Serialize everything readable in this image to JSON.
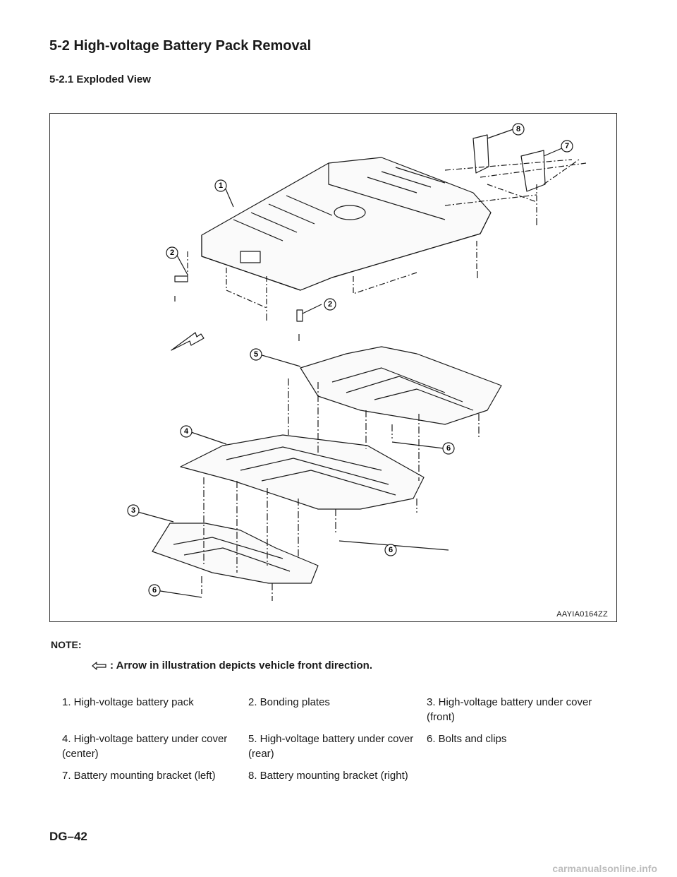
{
  "section": {
    "title": "5-2  High-voltage Battery Pack Removal",
    "subtitle": "5-2.1  Exploded View"
  },
  "figure": {
    "code": "AAYIA0164ZZ",
    "callouts": [
      "1",
      "2",
      "2",
      "3",
      "4",
      "5",
      "6",
      "6",
      "6",
      "7",
      "8"
    ]
  },
  "note": {
    "label": "NOTE:",
    "text": ": Arrow in illustration depicts vehicle front direction.",
    "icon": "front-direction-arrow-icon"
  },
  "legend": {
    "rows": [
      [
        "1. High-voltage battery pack",
        "2. Bonding plates",
        "3. High-voltage battery under cover (front)"
      ],
      [
        "4. High-voltage battery under cover (center)",
        "5. High-voltage battery under cover (rear)",
        "6. Bolts and clips"
      ],
      [
        "7. Battery mounting bracket (left)",
        "8. Battery mounting bracket (right)",
        ""
      ]
    ]
  },
  "footer": {
    "page": "DG–42",
    "watermark": "carmanualsonline.info"
  }
}
